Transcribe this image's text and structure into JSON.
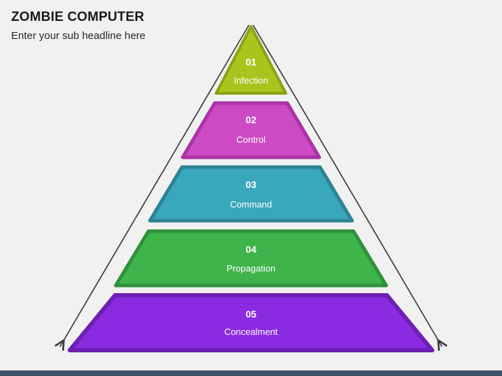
{
  "slide": {
    "background_color": "#f1f1f1",
    "title": "ZOMBIE COMPUTER",
    "subtitle": "Enter your sub headline here"
  },
  "footer": {
    "bar_color": "#3f5069"
  },
  "diagram": {
    "type": "pyramid",
    "name": "zombie-computer-pyramid",
    "outline_color": "#3d3d3d",
    "levels": [
      {
        "number": "01",
        "label": "Infection",
        "shape": "triangle",
        "fill": "#a8c51e",
        "border": "#8aa316"
      },
      {
        "number": "02",
        "label": "Control",
        "shape": "trapezoid",
        "fill": "#cc4bc4",
        "border": "#ab33a4"
      },
      {
        "number": "03",
        "label": "Command",
        "shape": "trapezoid",
        "fill": "#39a7bc",
        "border": "#2c8394"
      },
      {
        "number": "04",
        "label": "Propagation",
        "shape": "trapezoid",
        "fill": "#3fb44b",
        "border": "#2f9139"
      },
      {
        "number": "05",
        "label": "Concealment",
        "shape": "trapezoid",
        "fill": "#8a2be2",
        "border": "#6d1fb4"
      }
    ],
    "arrows": {
      "left": "down-left-arrow",
      "right": "down-right-arrow",
      "color": "#3d3d3d"
    }
  }
}
